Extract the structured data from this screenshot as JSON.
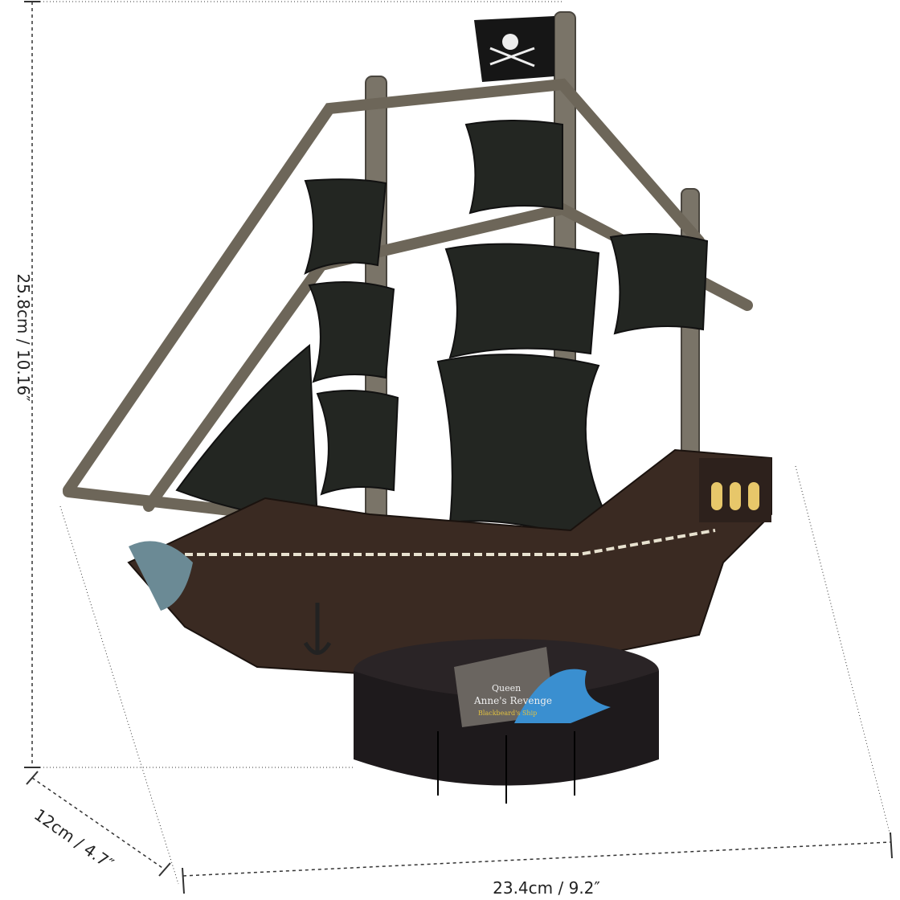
{
  "dimensions": {
    "height_label": "25.8cm / 10.16″",
    "depth_label": "12cm / 4.7″",
    "width_label": "23.4cm / 9.2″"
  },
  "product": {
    "logo_text": [
      "Queen",
      "Anne's Revenge",
      "Blackbeard's Ship"
    ]
  },
  "colors": {
    "sail": "#232622",
    "mast": "#7a7468",
    "hull": "#3a2a22",
    "base": "#1e1a1c",
    "wave": "#3a8fd0"
  }
}
